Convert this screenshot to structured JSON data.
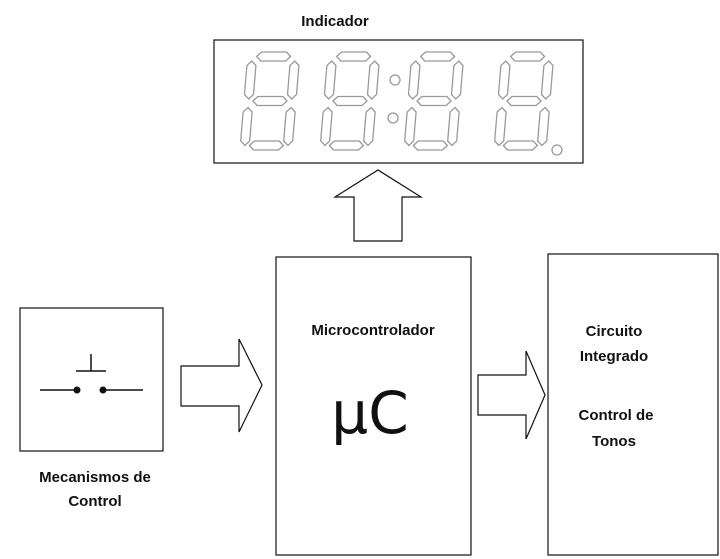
{
  "indicator": {
    "title": "Indicador"
  },
  "control": {
    "label_line1": "Mecanismos de",
    "label_line2": "Control"
  },
  "microcontroller": {
    "title": "Microcontrolador",
    "symbol": "μC"
  },
  "tone_ic": {
    "line1": "Circuito",
    "line2": "Integrado",
    "line3": "Control de",
    "line4": "Tonos"
  },
  "colors": {
    "stroke": "#111111",
    "segment": "#999999",
    "background": "#ffffff"
  }
}
